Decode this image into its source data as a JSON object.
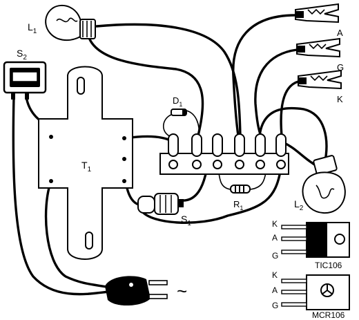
{
  "labels": {
    "lamp1": "L",
    "lamp1_sub": "1",
    "lamp2": "L",
    "lamp2_sub": "2",
    "switch": "S",
    "switch_sub": "2",
    "diode": "D",
    "diode_sub": "1",
    "transformer": "T",
    "transformer_sub": "1",
    "resistor": "R",
    "resistor_sub": "1",
    "pushbutton": "S",
    "pushbutton_sub": "1",
    "clip_a": "A",
    "clip_g": "G",
    "clip_k": "K",
    "ac_symbol": "~",
    "tic_k": "K",
    "tic_a": "A",
    "tic_g": "G",
    "tic_name": "TIC106",
    "mcr_k": "K",
    "mcr_a": "A",
    "mcr_g": "G",
    "mcr_name": "MCR106"
  },
  "icons": {
    "lamp": "light-bulb-icon",
    "clip": "alligator-clip-icon",
    "plug": "power-plug-icon"
  }
}
